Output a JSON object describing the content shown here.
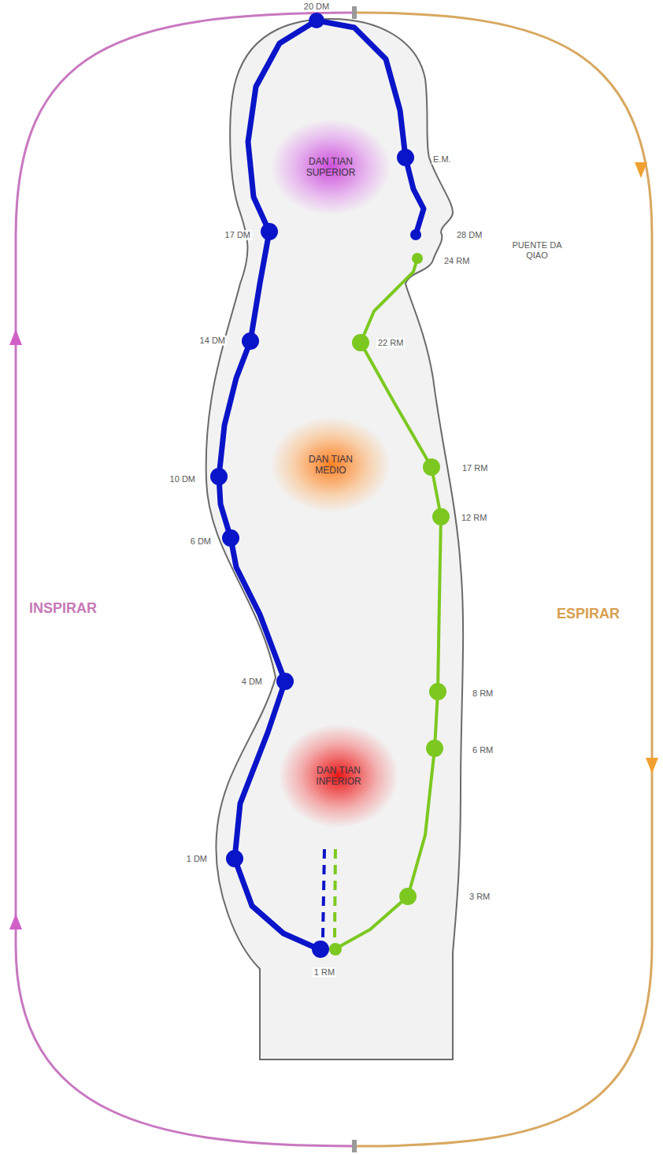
{
  "diagram": {
    "nodes": [
      {
        "text": [
          "DAN TIAN SUPERIOR"
        ]
      },
      {
        "text": [
          "DAN TIAN MEDIO"
        ]
      },
      {
        "text": [
          "DAN TIAN INFERIOR"
        ]
      }
    ],
    "labels": [
      "20 DM",
      "E.M.",
      "17 DM",
      "28 DM",
      "PUENTE DA QIAO",
      "24 RM",
      "14 DM",
      "22 RM",
      "17 RM",
      "10 DM",
      "12 RM",
      "6 DM",
      "INSPIRAR",
      "ESPIRAR",
      "4 DM",
      "8 RM",
      "6 RM",
      "1 DM",
      "3 RM",
      "1 RM"
    ]
  }
}
